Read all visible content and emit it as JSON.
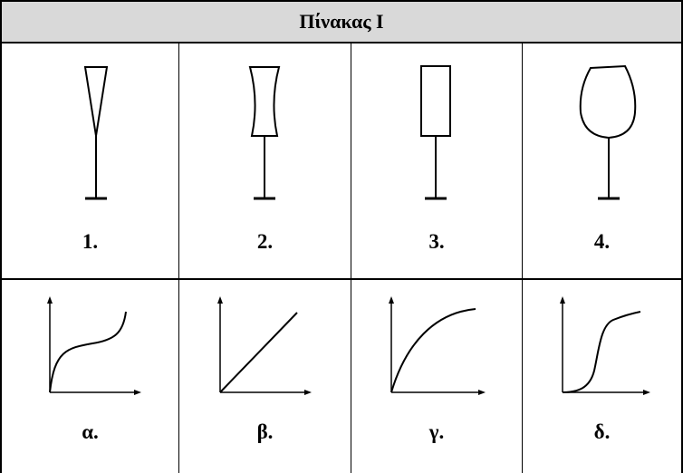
{
  "table": {
    "title": "Πίνακας Ι",
    "glasses": [
      {
        "label": "1.",
        "shape": "cone-glass-icon"
      },
      {
        "label": "2.",
        "shape": "concave-glass-icon"
      },
      {
        "label": "3.",
        "shape": "cylinder-glass-icon"
      },
      {
        "label": "4.",
        "shape": "round-bowl-glass-icon"
      }
    ],
    "graphs": [
      {
        "label": "α.",
        "curve": "rise-plateau-rise"
      },
      {
        "label": "β.",
        "curve": "linear"
      },
      {
        "label": "γ.",
        "curve": "concave-down"
      },
      {
        "label": "δ.",
        "curve": "s-curve"
      }
    ]
  }
}
